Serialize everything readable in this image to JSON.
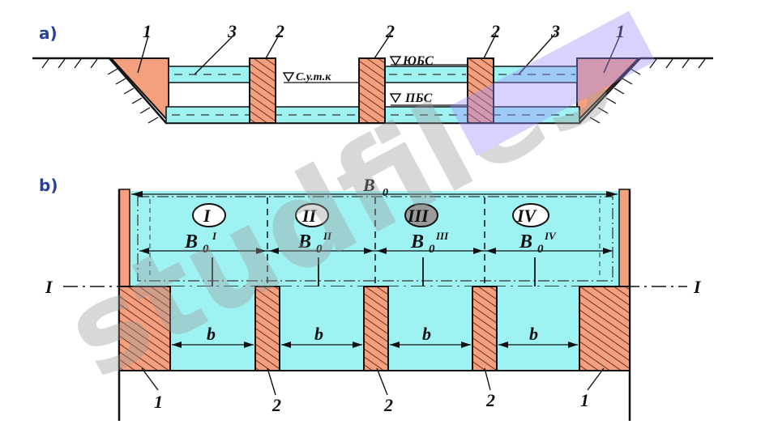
{
  "panels": {
    "a": "a)",
    "b": "b)"
  },
  "section": {
    "labels": {
      "abutment": "1",
      "pier": "2",
      "water": "3"
    },
    "levels": {
      "upper": "ЮБС",
      "middle": "С.у.т.к",
      "lower": "ПБС"
    }
  },
  "plan": {
    "total_width": "B",
    "total_width_sub": "0",
    "bays": [
      {
        "roman": "I",
        "width_label": "B",
        "width_sub": "0",
        "width_sup": "I"
      },
      {
        "roman": "II",
        "width_label": "B",
        "width_sub": "0",
        "width_sup": "II"
      },
      {
        "roman": "III",
        "width_label": "B",
        "width_sub": "0",
        "width_sup": "III"
      },
      {
        "roman": "IV",
        "width_label": "B",
        "width_sub": "0",
        "width_sup": "IV"
      }
    ],
    "opening_label": "b",
    "section_mark": "I",
    "labels": {
      "abutment": "1",
      "pier": "2"
    }
  },
  "colors": {
    "water": "#9ff2f2",
    "structure": "#f4a07e",
    "hatch": "#6b2d1e",
    "line": "#111111",
    "panel_label": "#2a3f9a",
    "watermark_gray": "#9a9a9a",
    "watermark_purple": "#9b8cff"
  },
  "watermark": {
    "text": "studfiles"
  }
}
